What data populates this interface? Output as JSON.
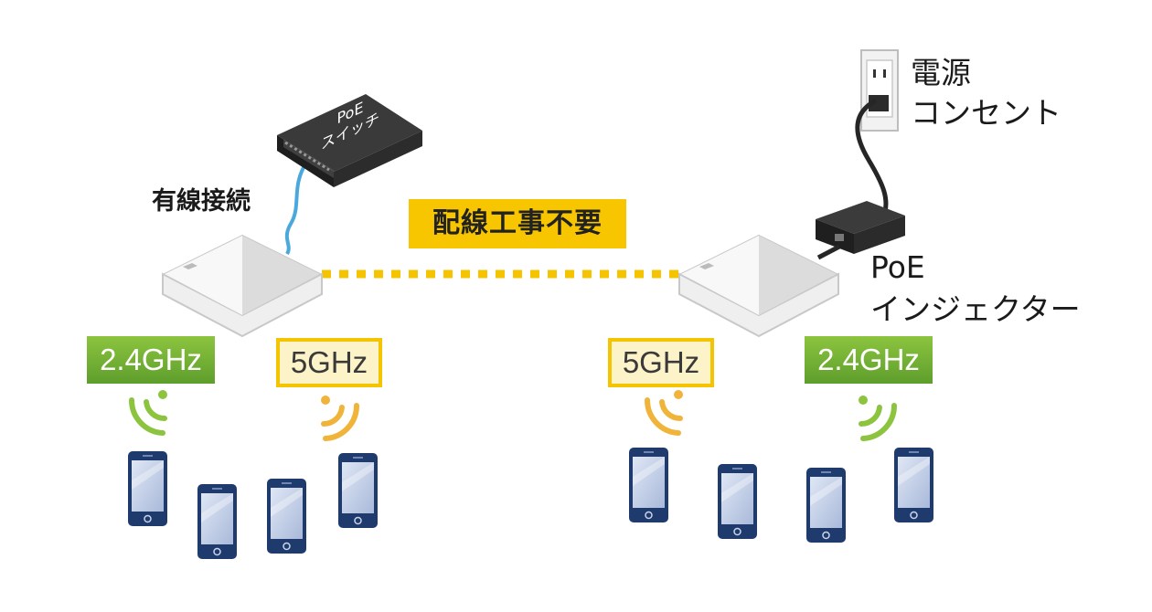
{
  "labels": {
    "wired": "有線接続",
    "no_wiring": "配線工事不要",
    "poe_switch_line1": "PoE",
    "poe_switch_line2": "スイッチ",
    "outlet_line1": "電源",
    "outlet_line2": "コンセント",
    "injector_line1": "PoE",
    "injector_line2": "インジェクター"
  },
  "bands": {
    "left_24": "2.4GHz",
    "left_5": "5GHz",
    "right_5": "5GHz",
    "right_24": "2.4GHz"
  },
  "colors": {
    "green": "#7ab635",
    "yellow": "#f5c400",
    "signal_green": "#8cc43f",
    "signal_yellow": "#f0b43a",
    "phone_blue": "#1f3b6e",
    "cable_blue": "#4aa8dc"
  }
}
